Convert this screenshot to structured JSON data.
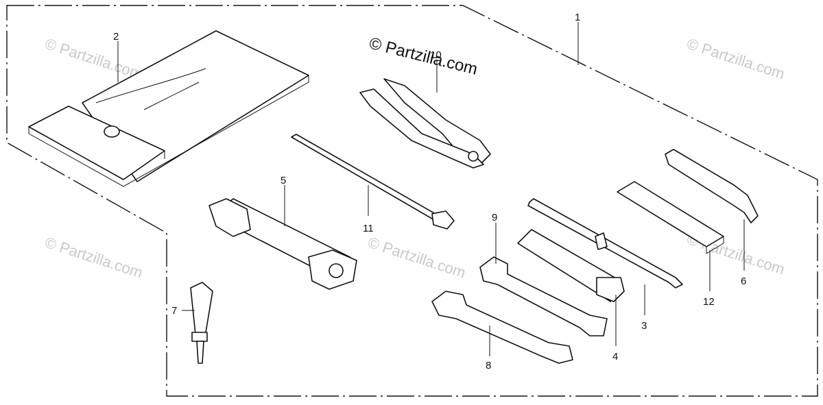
{
  "watermark": {
    "main": "© Partzilla.com",
    "faint": "© Partzilla.com"
  },
  "callouts": {
    "n1": "1",
    "n2": "2",
    "n3": "3",
    "n4": "4",
    "n5": "5",
    "n6": "6",
    "n7": "7",
    "n8": "8",
    "n9": "9",
    "n10": "10",
    "n11": "11",
    "n12": "12"
  }
}
